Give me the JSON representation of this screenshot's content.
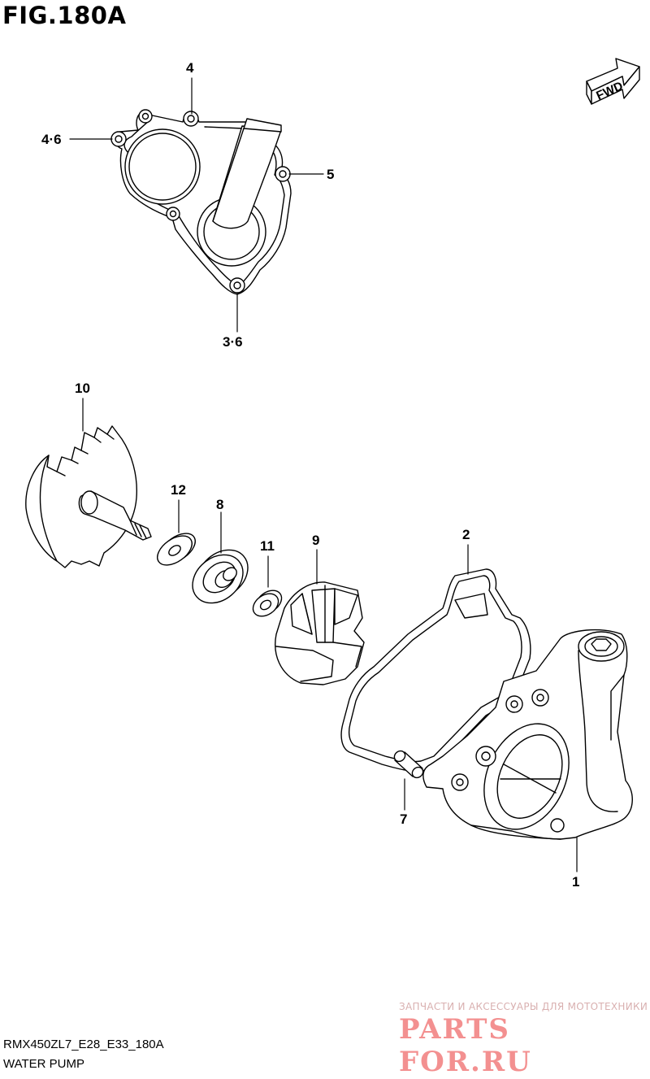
{
  "figure": {
    "title": "FIG.180A",
    "model_code": "RMX450ZL7_E28_E33_180A",
    "section_name": "WATER PUMP",
    "forward_label": "FWD"
  },
  "callouts": [
    "4",
    "4·6",
    "5",
    "3·6",
    "10",
    "12",
    "8",
    "11",
    "9",
    "2",
    "7",
    "1"
  ],
  "watermark": {
    "tagline": "ЗАПЧАСТИ И АКСЕССУАРЫ ДЛЯ МОТОТЕХНИКИ",
    "brand": "PARTS FOR.RU",
    "color": "#ef6c6c"
  }
}
